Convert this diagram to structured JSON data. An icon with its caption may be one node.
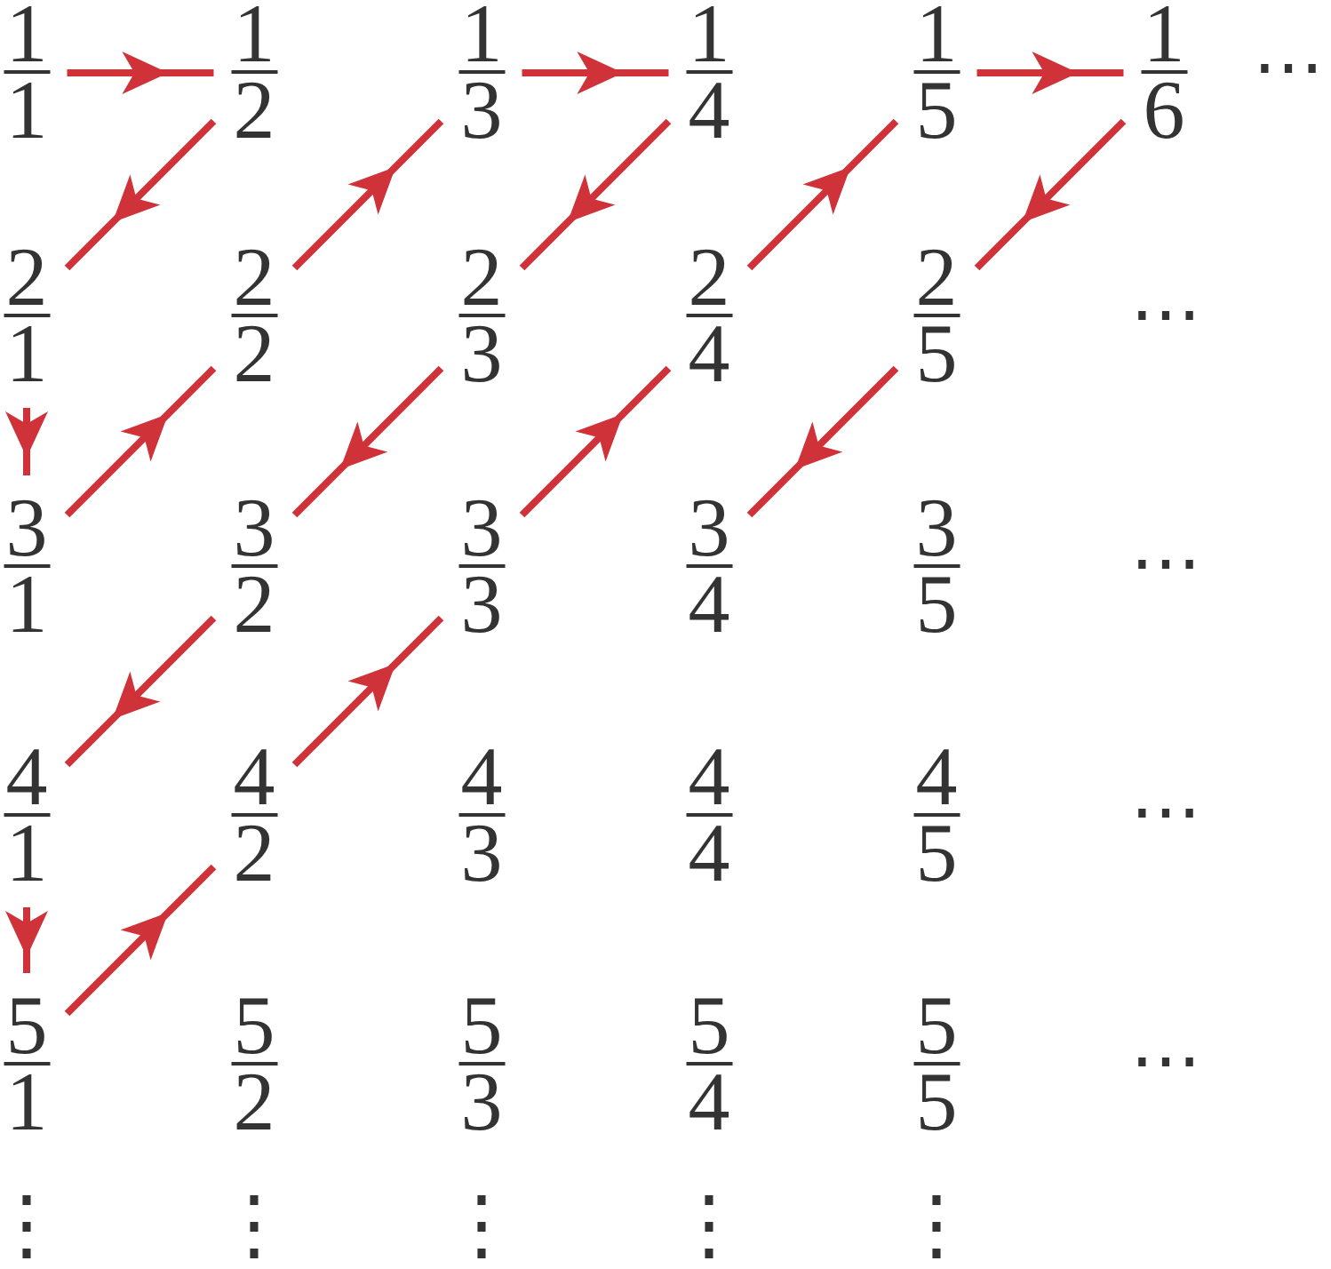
{
  "diagram": {
    "nodes": [
      {
        "text": [
          "1",
          "1"
        ]
      },
      {
        "text": [
          "1",
          "2"
        ]
      },
      {
        "text": [
          "1",
          "3"
        ]
      },
      {
        "text": [
          "1",
          "4"
        ]
      },
      {
        "text": [
          "1",
          "5"
        ]
      },
      {
        "text": [
          "1",
          "6"
        ]
      },
      {
        "text": [
          "2",
          "1"
        ]
      },
      {
        "text": [
          "2",
          "2"
        ]
      },
      {
        "text": [
          "2",
          "3"
        ]
      },
      {
        "text": [
          "2",
          "4"
        ]
      },
      {
        "text": [
          "2",
          "5"
        ]
      },
      {
        "text": [
          "3",
          "1"
        ]
      },
      {
        "text": [
          "3",
          "2"
        ]
      },
      {
        "text": [
          "3",
          "3"
        ]
      },
      {
        "text": [
          "3",
          "4"
        ]
      },
      {
        "text": [
          "3",
          "5"
        ]
      },
      {
        "text": [
          "4",
          "1"
        ]
      },
      {
        "text": [
          "4",
          "2"
        ]
      },
      {
        "text": [
          "4",
          "3"
        ]
      },
      {
        "text": [
          "4",
          "4"
        ]
      },
      {
        "text": [
          "4",
          "5"
        ]
      },
      {
        "text": [
          "5",
          "1"
        ]
      },
      {
        "text": [
          "5",
          "2"
        ]
      },
      {
        "text": [
          "5",
          "3"
        ]
      },
      {
        "text": [
          "5",
          "4"
        ]
      },
      {
        "text": [
          "5",
          "5"
        ]
      }
    ],
    "edges": [
      {
        "from": 0,
        "to": 1,
        "arrow": "to"
      },
      {
        "from": 1,
        "to": 6,
        "arrow": "to"
      },
      {
        "from": 6,
        "to": 11,
        "arrow": "to"
      },
      {
        "from": 11,
        "to": 7,
        "arrow": "to"
      },
      {
        "from": 7,
        "to": 2,
        "arrow": "to"
      },
      {
        "from": 2,
        "to": 3,
        "arrow": "to"
      },
      {
        "from": 3,
        "to": 8,
        "arrow": "to"
      },
      {
        "from": 8,
        "to": 12,
        "arrow": "to"
      },
      {
        "from": 12,
        "to": 16,
        "arrow": "to"
      },
      {
        "from": 16,
        "to": 21,
        "arrow": "to"
      },
      {
        "from": 21,
        "to": 17,
        "arrow": "to"
      },
      {
        "from": 17,
        "to": 13,
        "arrow": "to"
      },
      {
        "from": 13,
        "to": 9,
        "arrow": "to"
      },
      {
        "from": 9,
        "to": 4,
        "arrow": "to"
      },
      {
        "from": 4,
        "to": 5,
        "arrow": "to"
      },
      {
        "from": 5,
        "to": 10,
        "arrow": "to"
      },
      {
        "from": 10,
        "to": 14,
        "arrow": "to"
      }
    ],
    "labels": [
      "⋯",
      "⋯",
      "⋯",
      "⋯",
      "⋯",
      "⋮",
      "⋮",
      "⋮",
      "⋮",
      "⋮"
    ]
  }
}
